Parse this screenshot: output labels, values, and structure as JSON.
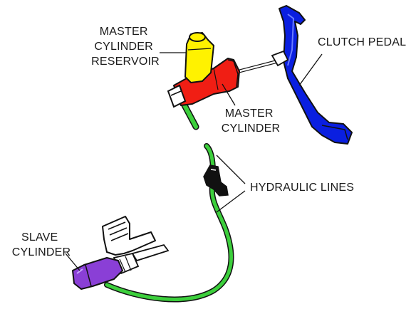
{
  "labels": {
    "master_cylinder_reservoir": [
      "MASTER",
      "CYLINDER",
      "RESERVOIR"
    ],
    "clutch_pedal": [
      "CLUTCH PEDAL"
    ],
    "master_cylinder": [
      "MASTER",
      "CYLINDER"
    ],
    "hydraulic_lines": [
      "HYDRAULIC LINES"
    ],
    "slave_cylinder": [
      "SLAVE",
      "CYLINDER"
    ]
  },
  "colors": {
    "reservoir": "#fff200",
    "master_cylinder": "#f01e14",
    "clutch_pedal": "#0a1fe0",
    "hydraulic_line": "#3ccf3c",
    "slave_cylinder": "#8a3fd6",
    "connector": "#111111",
    "outline": "#111111",
    "background": "#ffffff"
  }
}
